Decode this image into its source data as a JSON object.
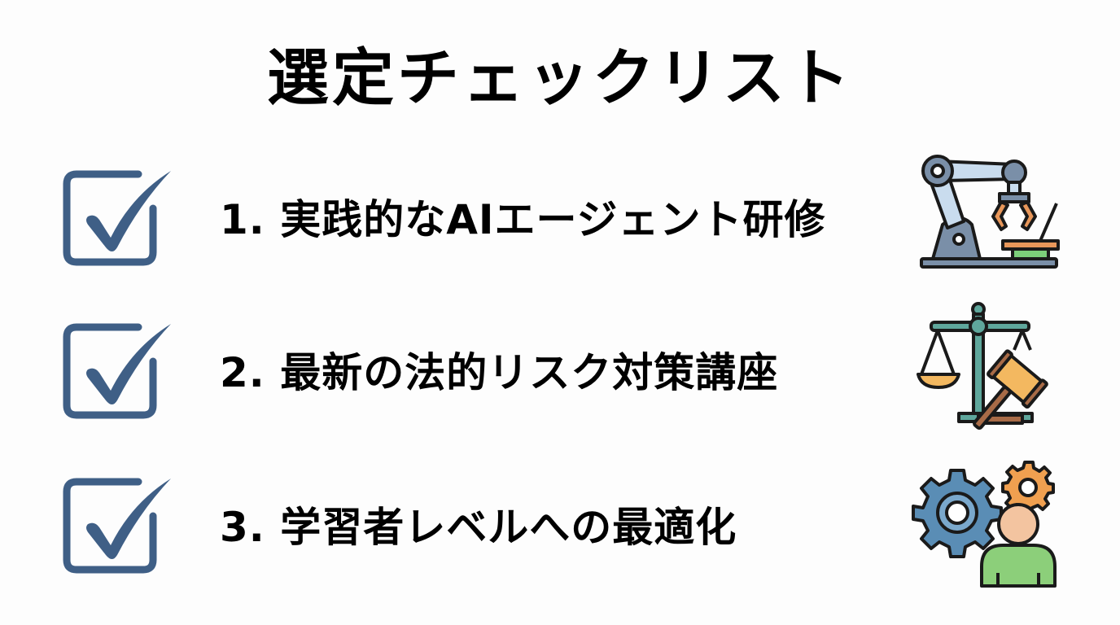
{
  "title": "選定チェックリスト",
  "colors": {
    "check": "#3f5f86",
    "robot_arm": "#7a8fa8",
    "robot_arm_light": "#c9dcee",
    "scale_teal": "#5fa79c",
    "gavel_brown": "#a86b47",
    "gear_blue": "#5a8db5",
    "gear_orange": "#f0a050",
    "person_skin": "#f3c4a0",
    "person_green": "#8ccf7a"
  },
  "items": [
    {
      "label": "1. 実践的なAIエージェント研修",
      "icon": "robot-arm-icon"
    },
    {
      "label": "2. 最新の法的リスク対策講座",
      "icon": "scales-gavel-icon"
    },
    {
      "label": "3. 学習者レベルへの最適化",
      "icon": "gears-person-icon"
    }
  ]
}
